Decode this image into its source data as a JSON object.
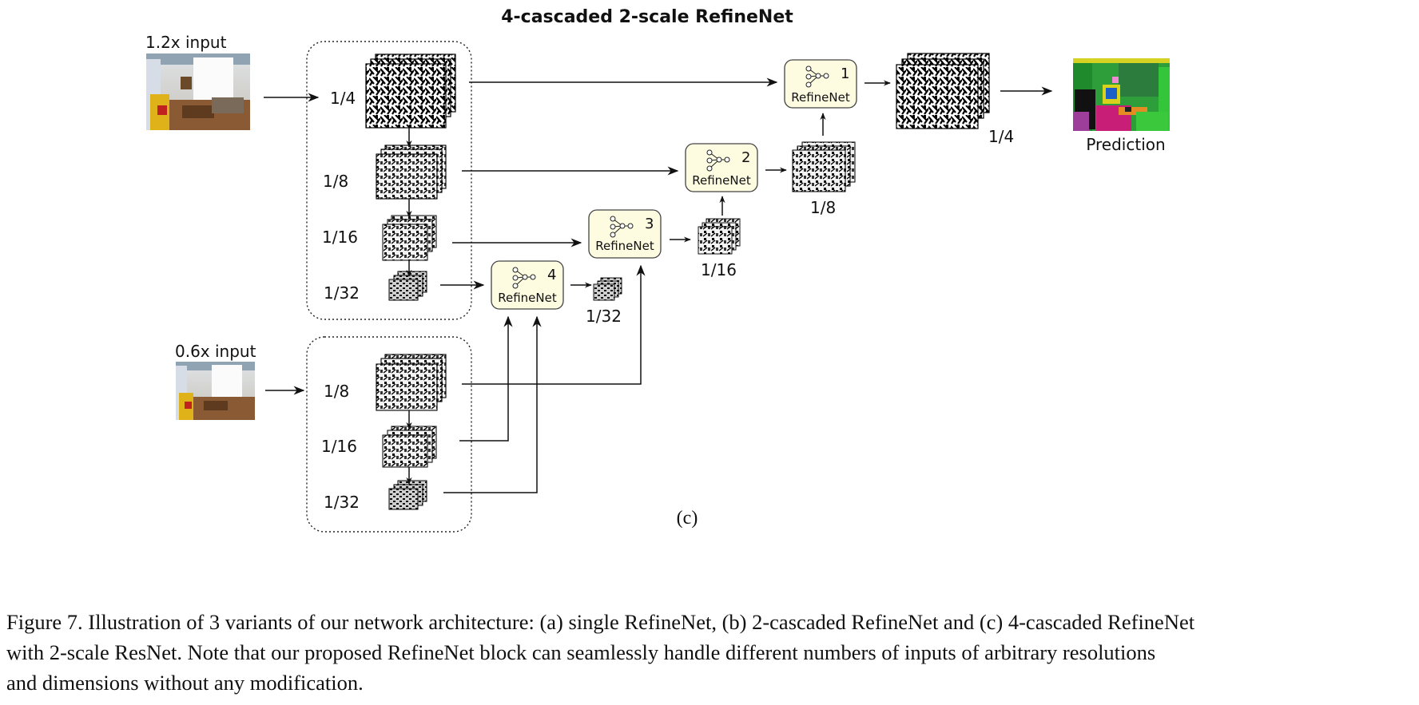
{
  "figure": {
    "title": "4-cascaded 2-scale RefineNet",
    "panel_label": "(c)",
    "inputs": [
      {
        "label": "1.2x input"
      },
      {
        "label": "0.6x input"
      }
    ],
    "scales_top": [
      "1/4",
      "1/8",
      "1/16",
      "1/32"
    ],
    "scales_bottom": [
      "1/8",
      "1/16",
      "1/32"
    ],
    "blocks": [
      {
        "number": "1",
        "label": "RefineNet"
      },
      {
        "number": "2",
        "label": "RefineNet"
      },
      {
        "number": "3",
        "label": "RefineNet"
      },
      {
        "number": "4",
        "label": "RefineNet"
      }
    ],
    "output_scales": [
      "1/4",
      "1/8",
      "1/16",
      "1/32"
    ],
    "prediction_label": "Prediction",
    "colors": {
      "block_fill": "#fdfbe0",
      "block_stroke": "#444444",
      "line": "#111111"
    }
  },
  "caption": {
    "lines": [
      "Figure 7. Illustration of 3 variants of our network architecture: (a) single RefineNet, (b) 2-cascaded RefineNet and (c) 4-cascaded RefineNet",
      "with 2-scale ResNet. Note that our proposed RefineNet block can seamlessly handle different numbers of inputs of arbitrary resolutions",
      "and dimensions without any modification."
    ]
  }
}
